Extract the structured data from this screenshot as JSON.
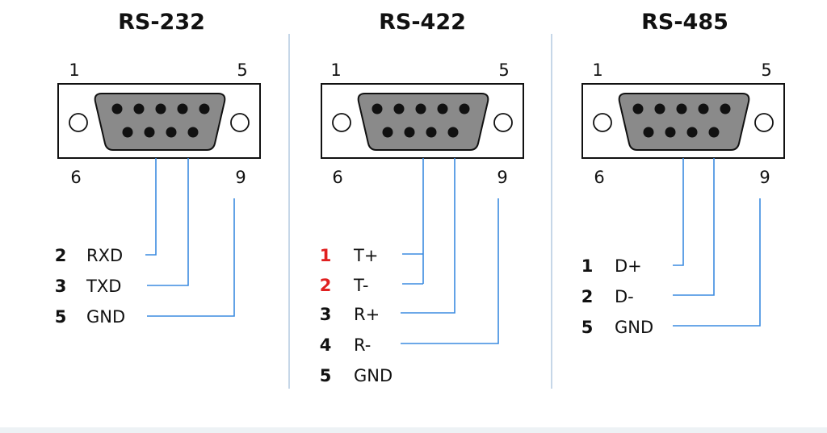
{
  "colors": {
    "wire": "#3b8be0",
    "divider": "#b8cde2",
    "text": "#111111",
    "highlight": "#e02020",
    "connector_body": "#8a8a8a"
  },
  "panels": [
    {
      "title": "RS-232",
      "pin_labels": {
        "top_left": "1",
        "top_right": "5",
        "bottom_left": "6",
        "bottom_right": "9"
      },
      "signals": [
        {
          "num": "2",
          "name": "RXD",
          "highlight": false
        },
        {
          "num": "3",
          "name": "TXD",
          "highlight": false
        },
        {
          "num": "5",
          "name": "GND",
          "highlight": false
        }
      ]
    },
    {
      "title": "RS-422",
      "pin_labels": {
        "top_left": "1",
        "top_right": "5",
        "bottom_left": "6",
        "bottom_right": "9"
      },
      "signals": [
        {
          "num": "1",
          "name": "T+",
          "highlight": true
        },
        {
          "num": "2",
          "name": "T-",
          "highlight": true
        },
        {
          "num": "3",
          "name": "R+",
          "highlight": false
        },
        {
          "num": "4",
          "name": "R-",
          "highlight": false
        },
        {
          "num": "5",
          "name": "GND",
          "highlight": false
        }
      ]
    },
    {
      "title": "RS-485",
      "pin_labels": {
        "top_left": "1",
        "top_right": "5",
        "bottom_left": "6",
        "bottom_right": "9"
      },
      "signals": [
        {
          "num": "1",
          "name": "D+",
          "highlight": false
        },
        {
          "num": "2",
          "name": "D-",
          "highlight": false
        },
        {
          "num": "5",
          "name": "GND",
          "highlight": false
        }
      ]
    }
  ]
}
